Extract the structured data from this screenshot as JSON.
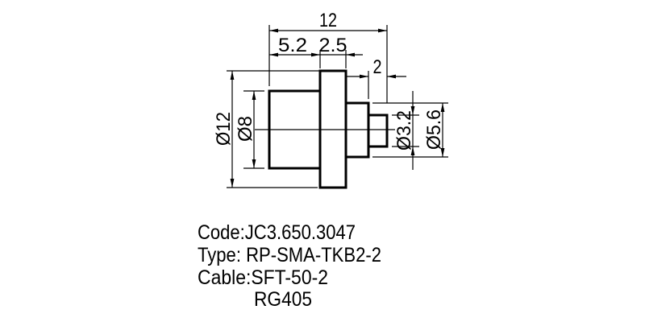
{
  "drawing": {
    "description": "RP-SMA bulkhead connector outline drawing, side view with chained dimensions",
    "dim_labels": {
      "total_length": "12",
      "rear_length": "5.2",
      "flange_width": "2.5",
      "tip_length": "2",
      "flange_dia": "Ø12",
      "body_dia": "Ø8",
      "tip_dia": "Ø3.2",
      "nut_dia": "Ø5.6"
    }
  },
  "title_block": {
    "line1": "Code:JC3.650.3047",
    "line2": "Type: RP-SMA-TKB2-2",
    "line3": "Cable:SFT-50-2",
    "line4": "RG405"
  },
  "colors": {
    "line": "#000000",
    "background": "#ffffff"
  }
}
